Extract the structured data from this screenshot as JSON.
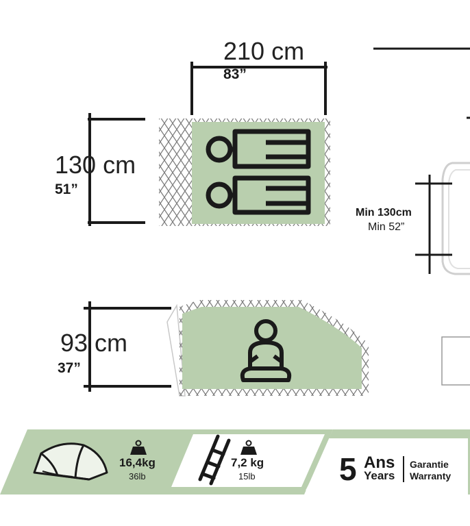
{
  "floor": {
    "length_cm": "210 cm",
    "length_in": "83”",
    "width_cm": "130 cm",
    "width_in": "51”",
    "sleepers": 2
  },
  "height": {
    "cm": "93 cm",
    "in": "37”"
  },
  "side_view": {
    "min_width_label": "Min 130cm",
    "min_width_in": "Min 52”"
  },
  "specs": {
    "total_weight": "16,4kg",
    "total_weight_lb": "36lb",
    "frame_weight": "7,2 kg",
    "frame_weight_lb": "15lb",
    "warranty_years": "5",
    "warranty_ans": "Ans",
    "warranty_years_label": "Years",
    "warranty_garantie": "Garantie",
    "warranty_warranty": "Warranty"
  },
  "icons": [
    "ruler-line-icon",
    "sleeping-person-icon",
    "seated-person-icon",
    "tent-icon",
    "weight-icon",
    "pole-ladder-icon"
  ],
  "colors": {
    "sage": "#b9cfae",
    "dark": "#1a1a1a",
    "mesh": "#8a8a8a"
  }
}
